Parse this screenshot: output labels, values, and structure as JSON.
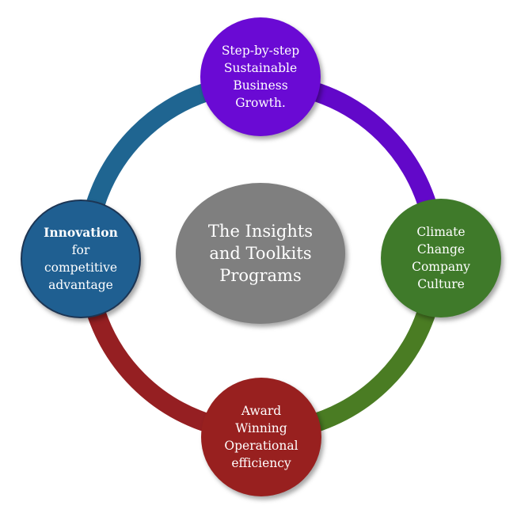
{
  "diagram": {
    "center": {
      "lines": [
        "The Insights",
        "and Toolkits",
        "Programs"
      ],
      "color": "#7f7f7f"
    },
    "nodes": {
      "top": {
        "lines": [
          "Step-by-step",
          "Sustainable",
          "Business",
          "Growth."
        ],
        "color": "#6a0ad4"
      },
      "right": {
        "lines": [
          "Climate",
          "Change",
          "Company",
          "Culture"
        ],
        "color": "#3f7a2a"
      },
      "bottom": {
        "lines": [
          "Award",
          "Winning",
          "Operational",
          "efficiency"
        ],
        "color": "#98201f"
      },
      "left": {
        "bold_line": "Innovation",
        "lines": [
          "for",
          "competitive",
          "advantage"
        ],
        "color": "#1f5f91"
      }
    },
    "ring": {
      "top_right_color": "#6208c9",
      "bottom_right_color": "#4a7c23",
      "bottom_left_color": "#951f22",
      "top_left_color": "#1f6591"
    }
  }
}
